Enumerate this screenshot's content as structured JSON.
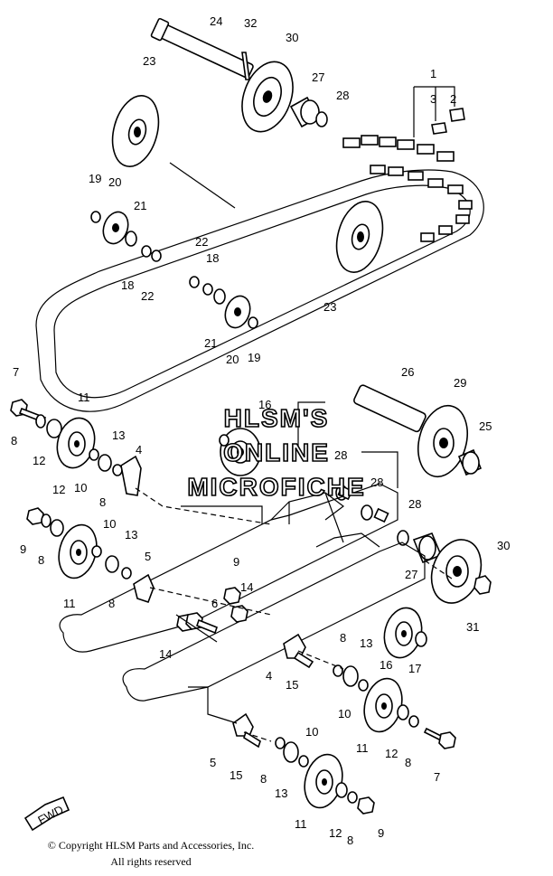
{
  "watermark": [
    "HLSM'S",
    "ONLINE",
    "MICROFICHE"
  ],
  "copyright": {
    "line1": "© Copyright HLSM Parts and Accessories, Inc.",
    "line2": "All rights reserved"
  },
  "fwd_label": "FWD",
  "callouts": {
    "c1": "1",
    "c2": "2",
    "c3": "3",
    "c4": "4",
    "c5": "5",
    "c6": "6",
    "c7": "7",
    "c8": "8",
    "c9": "9",
    "c10": "10",
    "c11": "11",
    "c12": "12",
    "c13": "13",
    "c14": "14",
    "c15": "15",
    "c16": "16",
    "c17": "17",
    "c18": "18",
    "c19": "19",
    "c20": "20",
    "c21": "21",
    "c22": "22",
    "c23": "23",
    "c24": "24",
    "c25": "25",
    "c26": "26",
    "c27": "27",
    "c28": "28",
    "c29": "29",
    "c30": "30",
    "c31": "31",
    "c32": "32"
  }
}
